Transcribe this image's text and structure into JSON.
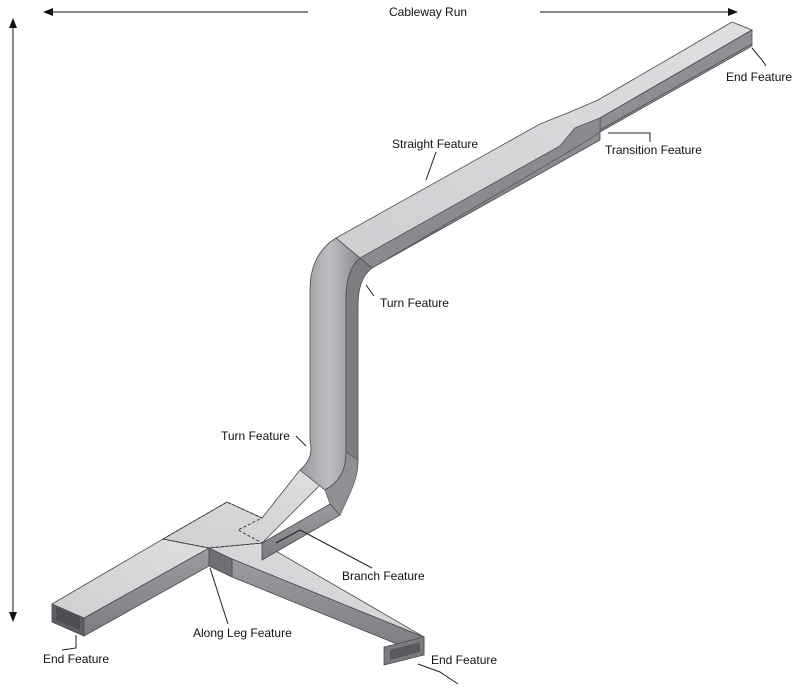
{
  "title": "Cableway Run",
  "labels": {
    "end_top_right": "End Feature",
    "transition": "Transition Feature",
    "straight": "Straight Feature",
    "turn_upper": "Turn Feature",
    "turn_lower": "Turn Feature",
    "branch": "Branch Feature",
    "along_leg": "Along Leg Feature",
    "end_bottom_left": "End Feature",
    "end_bottom_right": "End Feature"
  },
  "colors": {
    "top_face": "#d4d4d7",
    "side_face": "#8d8d92",
    "dark_face": "#66666b",
    "edge": "#45454a",
    "leader": "#222222",
    "arrow": "#111111"
  }
}
